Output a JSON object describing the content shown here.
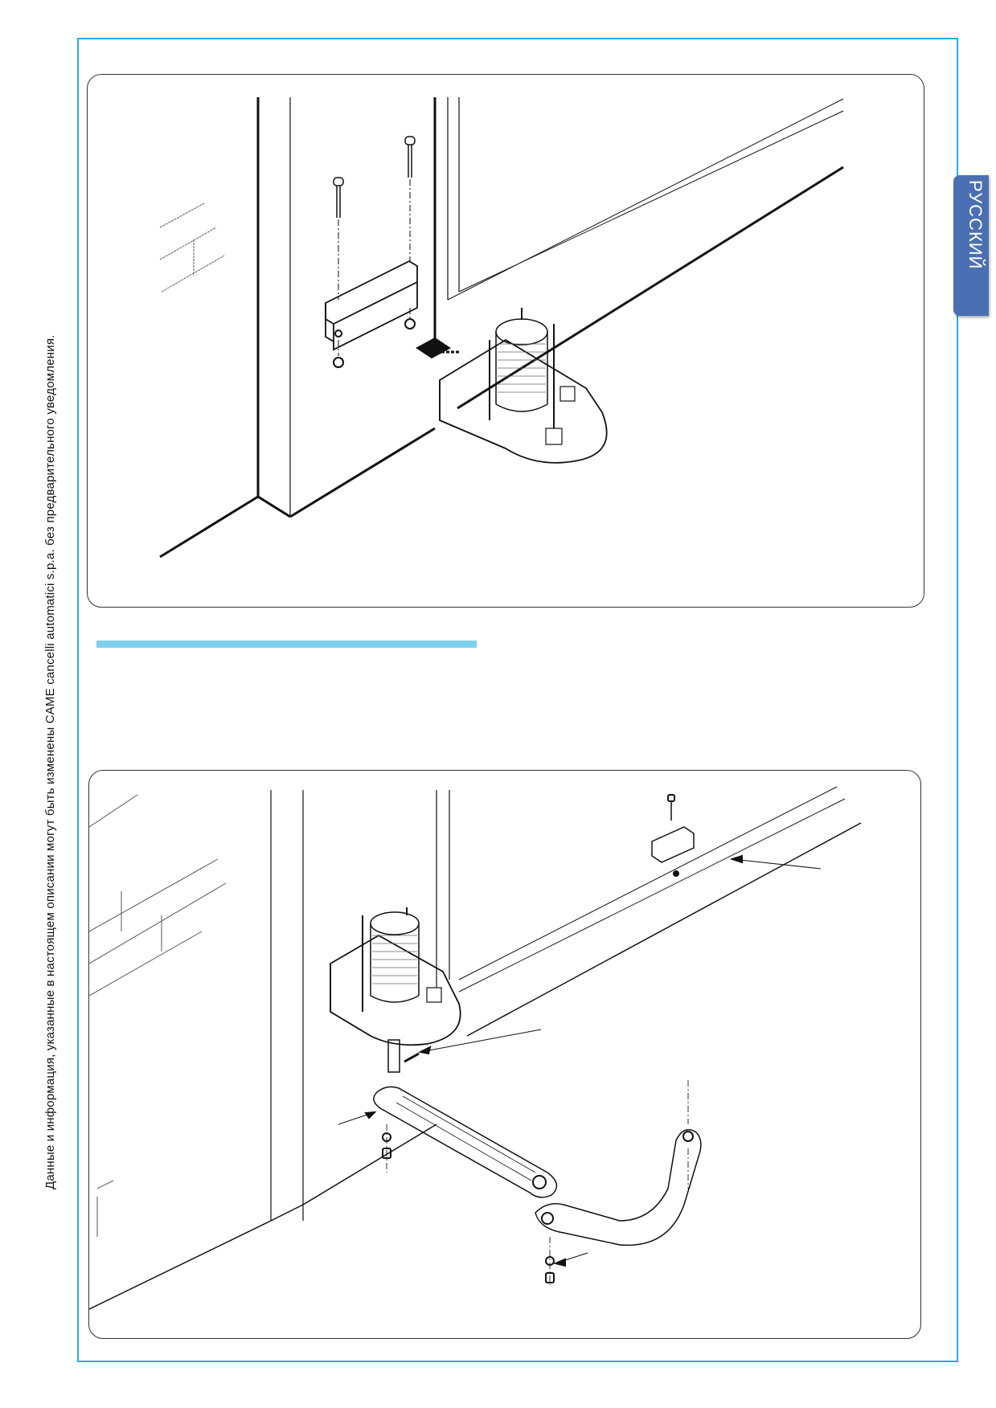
{
  "footer": {
    "disclaimer": "Данные и информация, указанные в настоящем описании могут быть изменены CAME cancelli automatici s.p.a. без предварительного уведомления."
  },
  "language_tab": {
    "label": "РУССКИЙ"
  },
  "colors": {
    "frame": "#29abe2",
    "tab": "#4b6fb3",
    "divider": "#7fd0ee"
  },
  "figures": {
    "top": {
      "description_icon": "bracket-mounting-illustration"
    },
    "bottom": {
      "description_icon": "arm-assembly-illustration"
    }
  }
}
